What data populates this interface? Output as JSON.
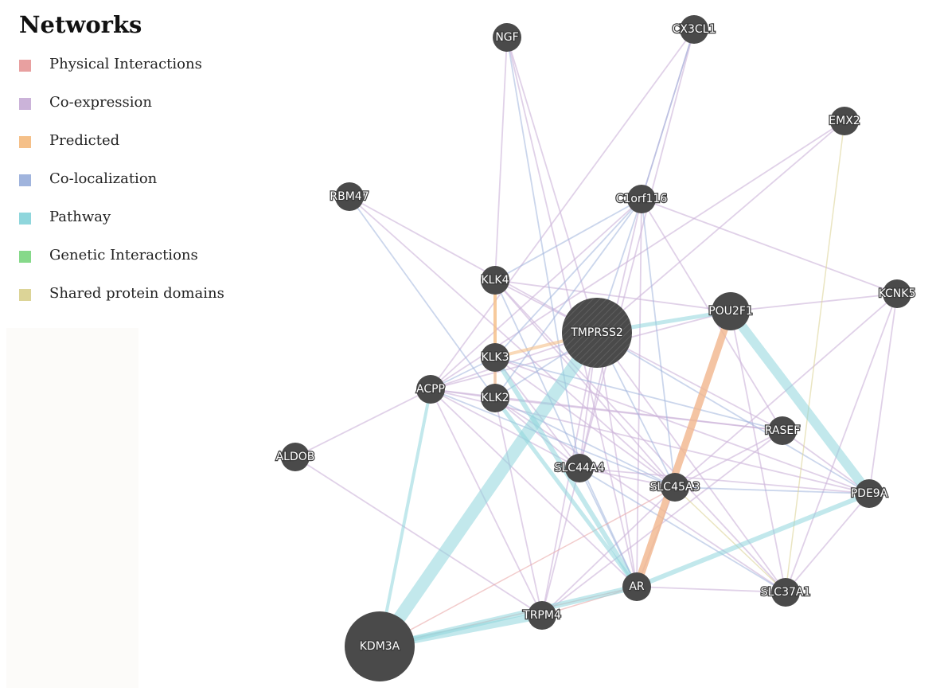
{
  "legend": {
    "title": "Networks",
    "items": [
      {
        "key": "physical",
        "label": "Physical Interactions",
        "color": "#e8a0a0"
      },
      {
        "key": "coexpression",
        "label": "Co-expression",
        "color": "#cbb3d9"
      },
      {
        "key": "predicted",
        "label": "Predicted",
        "color": "#f5c089"
      },
      {
        "key": "colocalization",
        "label": "Co-localization",
        "color": "#a0b4dd"
      },
      {
        "key": "pathway",
        "label": "Pathway",
        "color": "#8fd6dc"
      },
      {
        "key": "genetic",
        "label": "Genetic Interactions",
        "color": "#86d98a"
      },
      {
        "key": "shared",
        "label": "Shared protein domains",
        "color": "#dcd497"
      }
    ]
  },
  "network": {
    "node_color": "#4a4a4a",
    "query_nodes": [
      "TMPRSS2",
      "KDM3A"
    ],
    "nodes": [
      {
        "id": "NGF",
        "label": "NGF"
      },
      {
        "id": "CX3CL1",
        "label": "CX3CL1"
      },
      {
        "id": "EMX2",
        "label": "EMX2"
      },
      {
        "id": "RBM47",
        "label": "RBM47"
      },
      {
        "id": "C1orf116",
        "label": "C1orf116"
      },
      {
        "id": "KLK4",
        "label": "KLK4"
      },
      {
        "id": "KCNK5",
        "label": "KCNK5"
      },
      {
        "id": "TMPRSS2",
        "label": "TMPRSS2"
      },
      {
        "id": "POU2F1",
        "label": "POU2F1"
      },
      {
        "id": "KLK3",
        "label": "KLK3"
      },
      {
        "id": "ACPP",
        "label": "ACPP"
      },
      {
        "id": "KLK2",
        "label": "KLK2"
      },
      {
        "id": "RASEF",
        "label": "RASEF"
      },
      {
        "id": "ALDOB",
        "label": "ALDOB"
      },
      {
        "id": "SLC44A4",
        "label": "SLC44A4"
      },
      {
        "id": "SLC45A3",
        "label": "SLC45A3"
      },
      {
        "id": "PDE9A",
        "label": "PDE9A"
      },
      {
        "id": "AR",
        "label": "AR"
      },
      {
        "id": "SLC37A1",
        "label": "SLC37A1"
      },
      {
        "id": "TRPM4",
        "label": "TRPM4"
      },
      {
        "id": "KDM3A",
        "label": "KDM3A"
      }
    ],
    "edges": [
      [
        "NGF",
        "TMPRSS2",
        "coexpression"
      ],
      [
        "NGF",
        "KLK4",
        "coexpression"
      ],
      [
        "NGF",
        "AR",
        "coexpression"
      ],
      [
        "NGF",
        "SLC44A4",
        "colocalization"
      ],
      [
        "CX3CL1",
        "C1orf116",
        "coexpression"
      ],
      [
        "CX3CL1",
        "C1orf116",
        "colocalization"
      ],
      [
        "CX3CL1",
        "SLC44A4",
        "coexpression"
      ],
      [
        "CX3CL1",
        "ACPP",
        "coexpression"
      ],
      [
        "EMX2",
        "ACPP",
        "coexpression"
      ],
      [
        "EMX2",
        "SLC37A1",
        "shared"
      ],
      [
        "EMX2",
        "TMPRSS2",
        "coexpression"
      ],
      [
        "RBM47",
        "TMPRSS2",
        "coexpression"
      ],
      [
        "RBM47",
        "KLK2",
        "colocalization"
      ],
      [
        "RBM47",
        "SLC45A3",
        "coexpression"
      ],
      [
        "C1orf116",
        "KLK4",
        "colocalization"
      ],
      [
        "C1orf116",
        "KLK3",
        "colocalization"
      ],
      [
        "C1orf116",
        "KLK2",
        "colocalization"
      ],
      [
        "C1orf116",
        "ACPP",
        "coexpression"
      ],
      [
        "C1orf116",
        "AR",
        "coexpression"
      ],
      [
        "C1orf116",
        "SLC45A3",
        "colocalization"
      ],
      [
        "C1orf116",
        "SLC44A4",
        "coexpression"
      ],
      [
        "C1orf116",
        "KCNK5",
        "coexpression"
      ],
      [
        "C1orf116",
        "RASEF",
        "coexpression"
      ],
      [
        "C1orf116",
        "TMPRSS2",
        "colocalization"
      ],
      [
        "KLK4",
        "KLK3",
        "predicted"
      ],
      [
        "KLK4",
        "KLK2",
        "predicted"
      ],
      [
        "KLK4",
        "TMPRSS2",
        "coexpression"
      ],
      [
        "KLK4",
        "AR",
        "colocalization"
      ],
      [
        "KLK4",
        "SLC45A3",
        "coexpression"
      ],
      [
        "KLK4",
        "POU2F1",
        "coexpression"
      ],
      [
        "KLK4",
        "SLC37A1",
        "coexpression"
      ],
      [
        "KCNK5",
        "POU2F1",
        "coexpression"
      ],
      [
        "KCNK5",
        "SLC45A3",
        "coexpression"
      ],
      [
        "KCNK5",
        "SLC37A1",
        "coexpression"
      ],
      [
        "KCNK5",
        "PDE9A",
        "coexpression"
      ],
      [
        "TMPRSS2",
        "POU2F1",
        "pathway"
      ],
      [
        "TMPRSS2",
        "KLK3",
        "predicted"
      ],
      [
        "TMPRSS2",
        "KLK2",
        "colocalization"
      ],
      [
        "TMPRSS2",
        "ACPP",
        "coexpression"
      ],
      [
        "TMPRSS2",
        "KDM3A",
        "pathway"
      ],
      [
        "TMPRSS2",
        "SLC44A4",
        "coexpression"
      ],
      [
        "TMPRSS2",
        "SLC45A3",
        "colocalization"
      ],
      [
        "TMPRSS2",
        "AR",
        "coexpression"
      ],
      [
        "TMPRSS2",
        "RASEF",
        "coexpression"
      ],
      [
        "TMPRSS2",
        "PDE9A",
        "colocalization"
      ],
      [
        "TMPRSS2",
        "SLC37A1",
        "coexpression"
      ],
      [
        "TMPRSS2",
        "TRPM4",
        "coexpression"
      ],
      [
        "POU2F1",
        "PDE9A",
        "pathway"
      ],
      [
        "POU2F1",
        "AR",
        "predicted"
      ],
      [
        "POU2F1",
        "AR",
        "physical"
      ],
      [
        "POU2F1",
        "SLC37A1",
        "coexpression"
      ],
      [
        "POU2F1",
        "ACPP",
        "coexpression"
      ],
      [
        "KLK3",
        "KLK2",
        "coexpression"
      ],
      [
        "KLK3",
        "ACPP",
        "colocalization"
      ],
      [
        "KLK3",
        "AR",
        "pathway"
      ],
      [
        "KLK3",
        "SLC45A3",
        "coexpression"
      ],
      [
        "KLK3",
        "SLC44A4",
        "coexpression"
      ],
      [
        "KLK3",
        "RASEF",
        "colocalization"
      ],
      [
        "KLK3",
        "PDE9A",
        "coexpression"
      ],
      [
        "ACPP",
        "KLK2",
        "coexpression"
      ],
      [
        "ACPP",
        "ALDOB",
        "coexpression"
      ],
      [
        "ACPP",
        "SLC44A4",
        "coexpression"
      ],
      [
        "ACPP",
        "SLC45A3",
        "colocalization"
      ],
      [
        "ACPP",
        "AR",
        "coexpression"
      ],
      [
        "ACPP",
        "TRPM4",
        "coexpression"
      ],
      [
        "ACPP",
        "RASEF",
        "coexpression"
      ],
      [
        "ACPP",
        "PDE9A",
        "coexpression"
      ],
      [
        "ACPP",
        "KDM3A",
        "pathway"
      ],
      [
        "KLK2",
        "AR",
        "pathway"
      ],
      [
        "KLK2",
        "SLC45A3",
        "colocalization"
      ],
      [
        "KLK2",
        "SLC44A4",
        "coexpression"
      ],
      [
        "KLK2",
        "SLC37A1",
        "coexpression"
      ],
      [
        "KLK2",
        "RASEF",
        "coexpression"
      ],
      [
        "KLK2",
        "TRPM4",
        "coexpression"
      ],
      [
        "RASEF",
        "SLC45A3",
        "coexpression"
      ],
      [
        "RASEF",
        "PDE9A",
        "coexpression"
      ],
      [
        "RASEF",
        "TRPM4",
        "coexpression"
      ],
      [
        "ALDOB",
        "TRPM4",
        "coexpression"
      ],
      [
        "SLC44A4",
        "SLC45A3",
        "coexpression"
      ],
      [
        "SLC44A4",
        "AR",
        "colocalization"
      ],
      [
        "SLC44A4",
        "TRPM4",
        "coexpression"
      ],
      [
        "SLC44A4",
        "PDE9A",
        "coexpression"
      ],
      [
        "SLC44A4",
        "SLC37A1",
        "colocalization"
      ],
      [
        "SLC45A3",
        "AR",
        "coexpression"
      ],
      [
        "SLC45A3",
        "TRPM4",
        "coexpression"
      ],
      [
        "SLC45A3",
        "PDE9A",
        "colocalization"
      ],
      [
        "SLC45A3",
        "SLC37A1",
        "shared"
      ],
      [
        "PDE9A",
        "SLC37A1",
        "coexpression"
      ],
      [
        "PDE9A",
        "AR",
        "pathway"
      ],
      [
        "AR",
        "TRPM4",
        "physical"
      ],
      [
        "AR",
        "KDM3A",
        "pathway"
      ],
      [
        "AR",
        "SLC37A1",
        "coexpression"
      ],
      [
        "TRPM4",
        "KDM3A",
        "pathway"
      ],
      [
        "KDM3A",
        "SLC45A3",
        "physical"
      ],
      [
        "KDM3A",
        "AR",
        "physical"
      ]
    ]
  }
}
